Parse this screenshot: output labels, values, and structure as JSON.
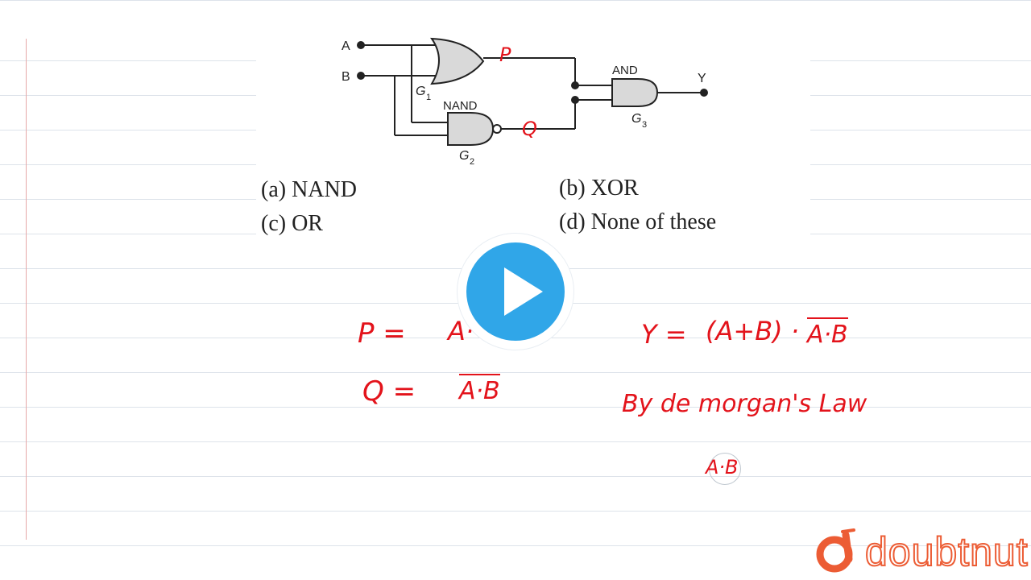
{
  "circuit": {
    "input_a": "A",
    "input_b": "B",
    "gate1_label": "G",
    "gate1_sub": "1",
    "gate2_name": "NAND",
    "gate2_label": "G",
    "gate2_sub": "2",
    "gate3_name": "AND",
    "gate3_label": "G",
    "gate3_sub": "3",
    "output": "Y",
    "mark_p": "P",
    "mark_q": "Q"
  },
  "options": [
    {
      "label": "(a) NAND"
    },
    {
      "label": "(b) XOR"
    },
    {
      "label": "(c) OR"
    },
    {
      "label": "(d) None of these"
    }
  ],
  "handwriting": {
    "p_lhs": "P =",
    "p_rhs": "A·",
    "q_lhs": "Q =",
    "q_rhs": "A·B",
    "y_lhs": "Y =",
    "y_rhs_a": "(A+B) ·",
    "y_rhs_b": "A·B",
    "law": "By de morgan's Law",
    "bottom": "A·B"
  },
  "brand": {
    "name": "doubtnut",
    "color": "#ec5c34"
  },
  "player": {
    "play_icon": "play-icon",
    "accent": "#30a6e8"
  },
  "ink_color": "#e3131b"
}
